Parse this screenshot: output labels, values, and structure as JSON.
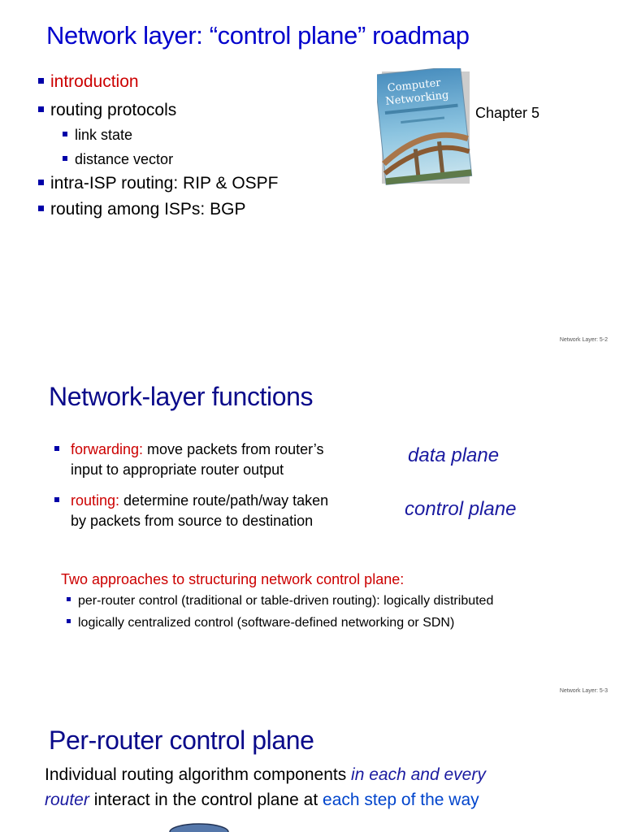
{
  "slide1": {
    "title": "Network layer: “control plane” roadmap",
    "items": [
      {
        "text": "introduction"
      },
      {
        "text": "routing protocols"
      },
      {
        "text": "link state"
      },
      {
        "text": "distance vector"
      },
      {
        "text": "intra-ISP routing: RIP & OSPF"
      },
      {
        "text": "routing among ISPs: BGP"
      }
    ],
    "book": {
      "line1": "Computer",
      "line2": "Networking"
    },
    "chapter": "Chapter 5",
    "footer": "Network Layer: 5-2"
  },
  "slide2": {
    "title": "Network-layer functions",
    "forwarding_label": "forwarding:",
    "forwarding_line1": " move packets from router’s",
    "forwarding_line2": "input to appropriate router output",
    "routing_label": "routing:",
    "routing_line1": " determine route/path/way taken",
    "routing_line2": "by packets from source to destination",
    "data_plane": "data plane",
    "control_plane": "control plane",
    "approaches_heading": "Two approaches to structuring network control plane:",
    "approaches": [
      "per-router control (traditional or table-driven routing): logically distributed",
      "logically centralized control (software-defined networking or SDN)"
    ],
    "footer": "Network Layer: 5-3"
  },
  "slide3": {
    "title": "Per-router control plane",
    "text_a": "Individual routing algorithm components ",
    "text_b": "in each and every",
    "text_c": "router",
    "text_d": " interact in the control plane at ",
    "text_e": "each step of the way"
  }
}
